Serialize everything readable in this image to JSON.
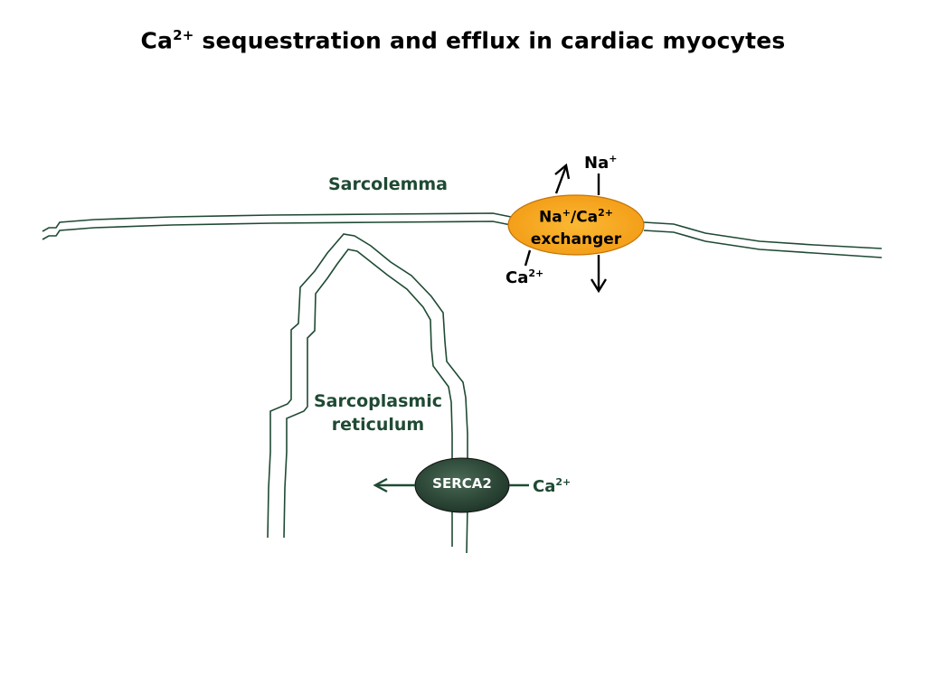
{
  "title": {
    "main": "Ca",
    "sup": "2+",
    "rest": " sequestration and efflux in cardiac myocytes"
  },
  "labels": {
    "sarcolemma": "Sarcolemma",
    "sarcoplasmic_line1": "Sarcoplasmic",
    "sarcoplasmic_line2": "reticulum"
  },
  "exchanger": {
    "na": "Na",
    "na_sup": "+",
    "slash": "/Ca",
    "ca_sup": "2+",
    "line2": "exchanger",
    "fill_color": "#f7a21b"
  },
  "ions": {
    "na_ion": "Na",
    "na_ion_sup": "+",
    "ca_ion": "Ca",
    "ca_ion_sup": "2+",
    "serca_ca_ion": "Ca",
    "serca_ca_ion_sup": "2+"
  },
  "serca": {
    "label": "SERCA2",
    "fill_color": "#2c4a36"
  },
  "colors": {
    "membrane": "#1f4a33",
    "label_green": "#1f4a33"
  }
}
